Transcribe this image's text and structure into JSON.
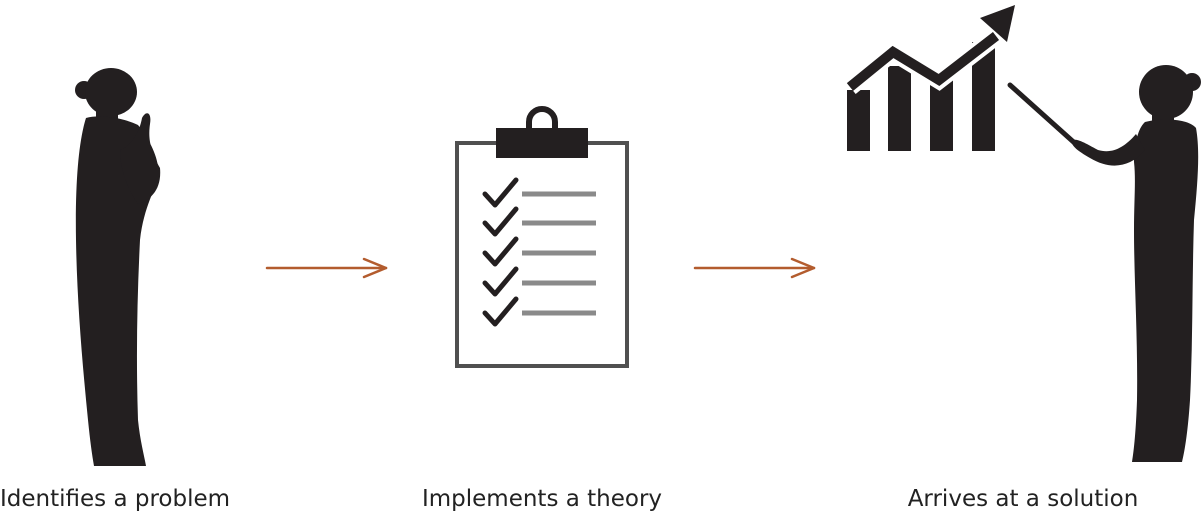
{
  "steps": [
    {
      "label": "Identifies a problem"
    },
    {
      "label": "Implements a theory"
    },
    {
      "label": "Arrives at a solution"
    }
  ],
  "colors": {
    "silhouette": "#231f20",
    "arrow": "#b35c2e",
    "clipboard_outline": "#505050",
    "clipboard_lines": "#8a8a8a",
    "caption": "#222222"
  },
  "checklist": {
    "items_checked": 5,
    "items_total": 5
  },
  "chart_icon": {
    "bar_count": 4,
    "trend": "up"
  }
}
